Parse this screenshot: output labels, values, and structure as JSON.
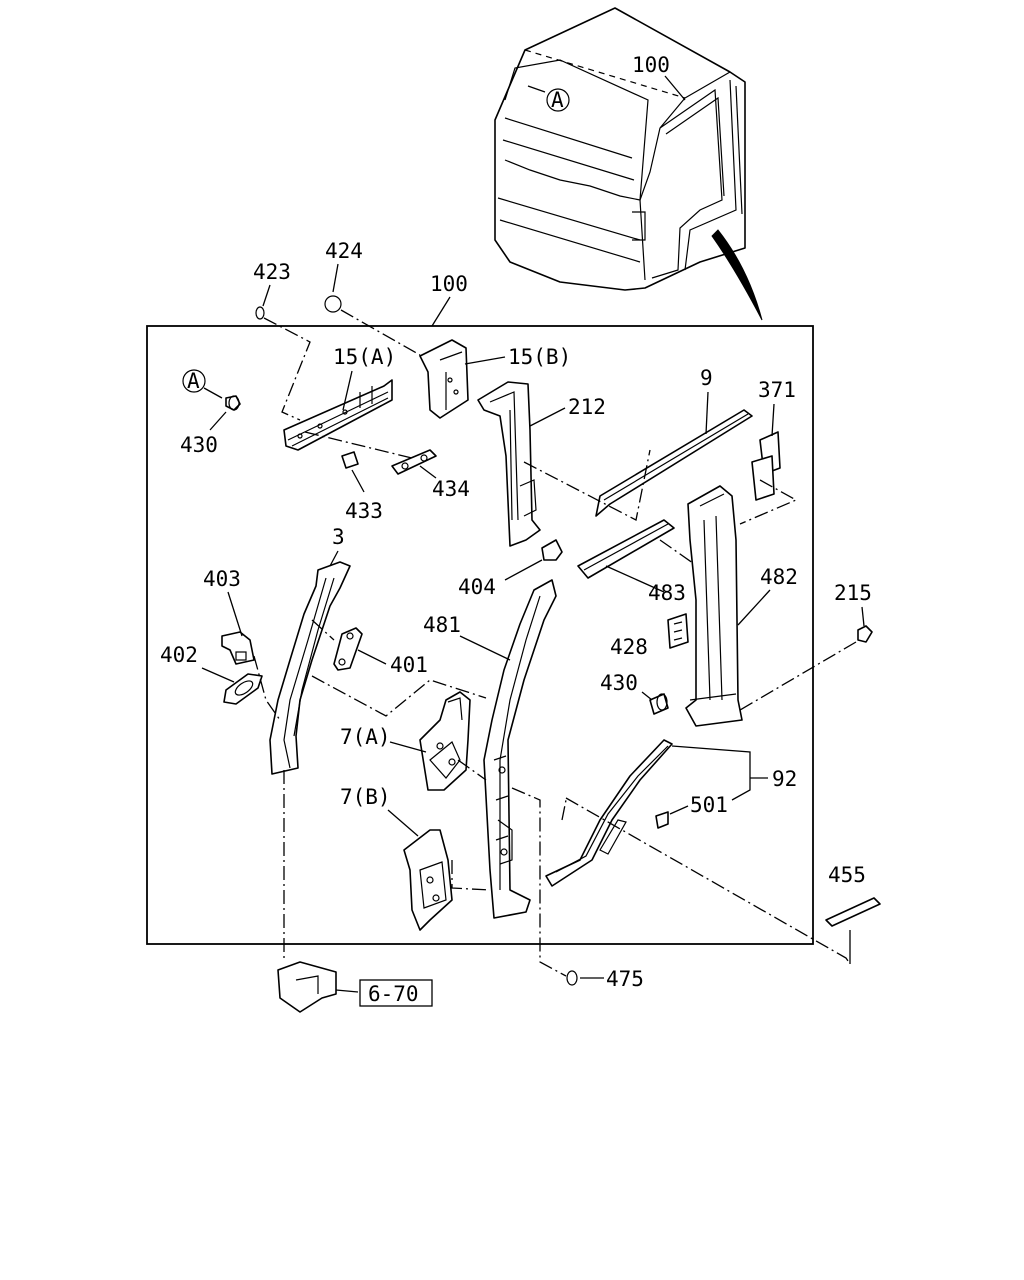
{
  "diagram": {
    "labels": {
      "cab_100": "100",
      "cab_ref_A": "A",
      "frame_100": "100",
      "p423": "423",
      "p424": "424",
      "p15A": "15(A)",
      "p15B": "15(B)",
      "p212": "212",
      "p9": "9",
      "p371": "371",
      "p430_top": "430",
      "ref_A": "A",
      "p433": "433",
      "p434": "434",
      "p3": "3",
      "p403": "403",
      "p402": "402",
      "p401": "401",
      "p404": "404",
      "p483": "483",
      "p482": "482",
      "p481": "481",
      "p428": "428",
      "p430_mid": "430",
      "p215": "215",
      "p7A": "7(A)",
      "p7B": "7(B)",
      "p92": "92",
      "p501": "501",
      "p455": "455",
      "p475": "475",
      "ref_6_70": "6-70"
    }
  }
}
